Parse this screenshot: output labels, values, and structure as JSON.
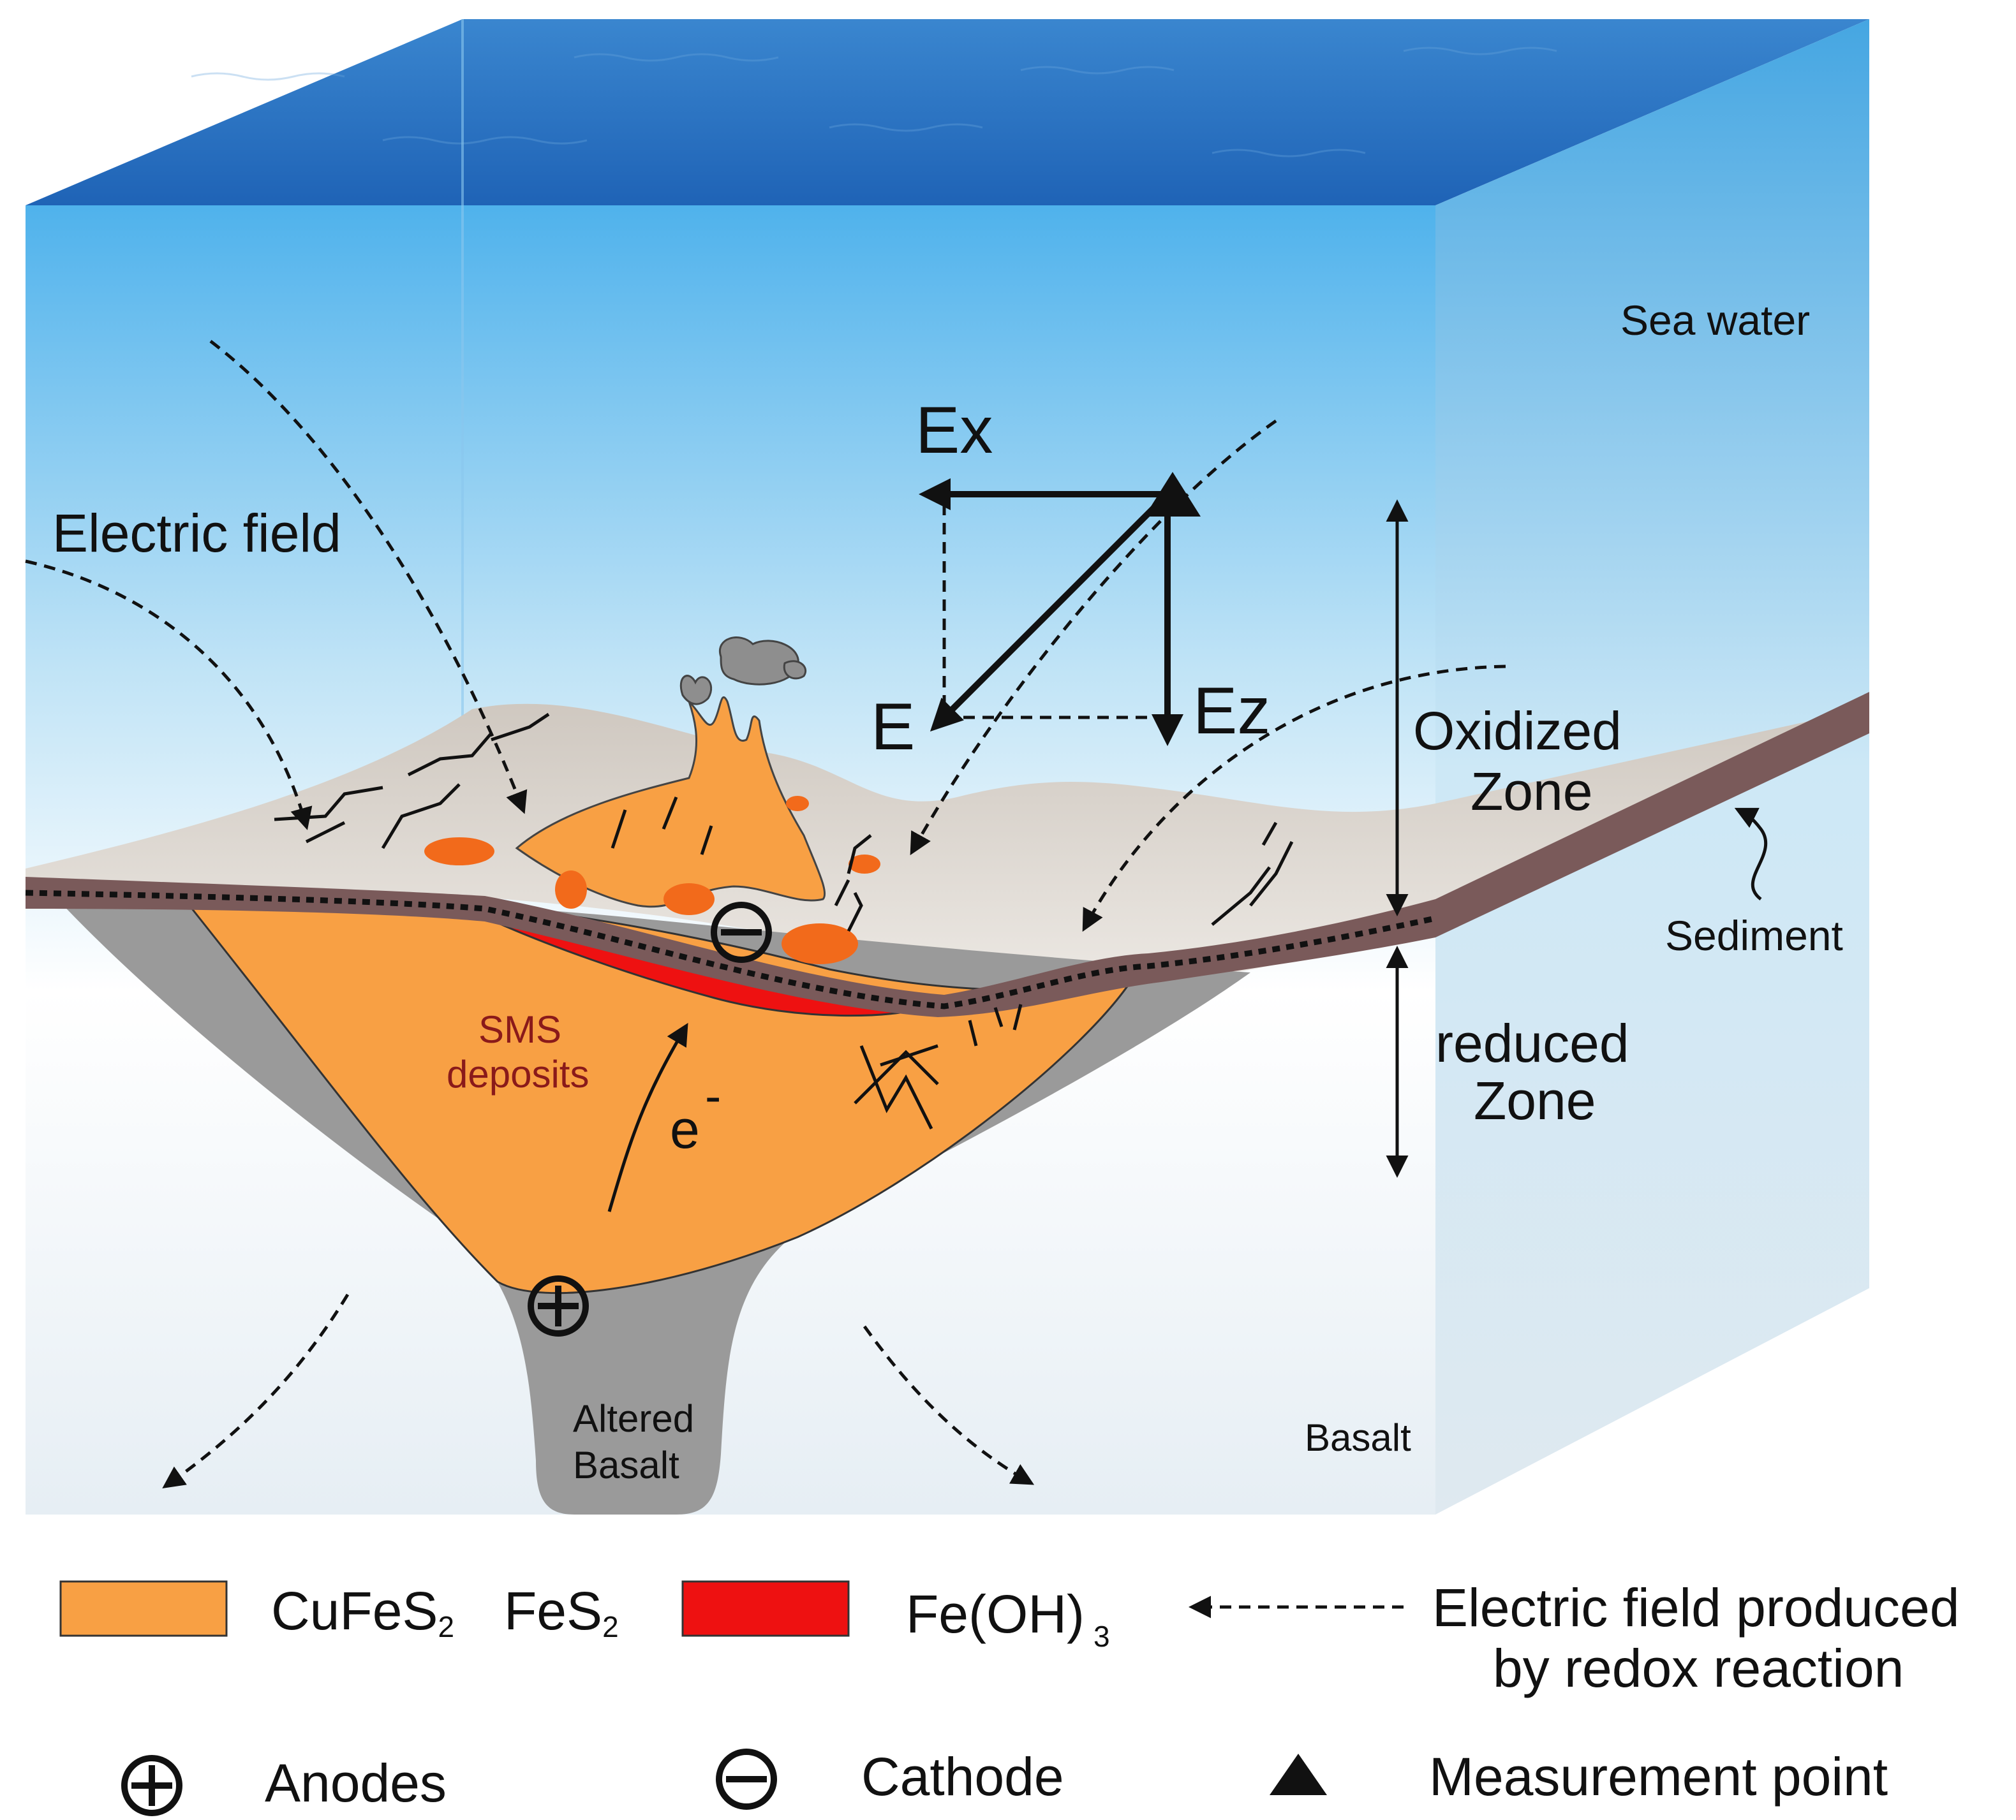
{
  "labels": {
    "sea_water": "Sea water",
    "electric_field": "Electric field",
    "ex": "Ex",
    "ez": "Ez",
    "e": "E",
    "oxidized_line1": "Oxidized",
    "oxidized_line2": "Zone",
    "reduced_line1": "reduced",
    "reduced_line2": "Zone",
    "sediment": "Sediment",
    "sms_line1": "SMS",
    "sms_line2": "deposits",
    "electron": "e",
    "electron_sup": "-",
    "altered_line1": "Altered",
    "altered_line2": "Basalt",
    "basalt": "Basalt"
  },
  "legend": {
    "cufes2_a": "CuFeS",
    "cufes2_sub": "2",
    "fes2_a": "FeS",
    "fes2_sub": "2",
    "feoh3_a": "Fe(OH)",
    "feoh3_sub": "3",
    "field_line1": "Electric field produced",
    "field_line2": "by redox reaction",
    "anodes": "Anodes",
    "cathode": "Cathode",
    "measurement": "Measurement point"
  },
  "colors": {
    "sulfide": "#f8a044",
    "iron_hydroxide": "#ee1111",
    "sediment": "#7a5a5a",
    "altered_basalt": "#9a9a9a",
    "seafloor": "#dcd6d0",
    "water_surface": "#2e78c8",
    "water_front_top": "#4fb0ea"
  }
}
